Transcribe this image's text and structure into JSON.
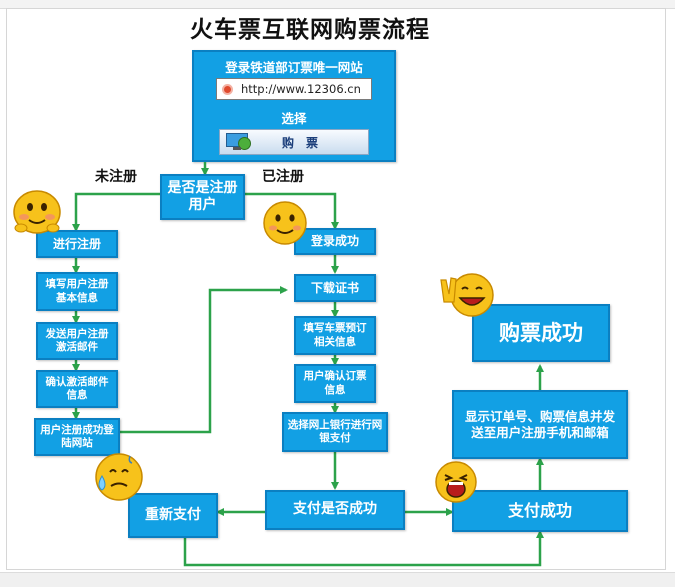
{
  "title": "火车票互联网购票流程",
  "header": {
    "login_text": "登录铁道部订票唯一网站",
    "url": "http://www.12306.cn",
    "select_text": "选择",
    "buy_button": "购　票"
  },
  "labels": {
    "not_registered": "未注册",
    "registered": "已注册"
  },
  "nodes": {
    "decision": "是否是注册用户",
    "register": "进行注册",
    "fill_basic": "填写用户注册基本信息",
    "send_email": "发送用户注册激活邮件",
    "confirm_email": "确认激活邮件信息",
    "reg_success": "用户注册成功登陆网站",
    "login_success": "登录成功",
    "download_cert": "下载证书",
    "fill_booking": "填写车票预订相关信息",
    "confirm_booking": "用户确认订票信息",
    "online_bank": "选择网上银行进行网银支付",
    "pay_check": "支付是否成功",
    "repay": "重新支付",
    "pay_success": "支付成功",
    "show_order": "显示订单号、购票信息并发送至用户注册手机和邮箱",
    "ticket_success": "购票成功"
  },
  "colors": {
    "box_fill": "#12a0e4",
    "box_border": "#0b7fc1",
    "arrow": "#2ca24a",
    "smiley": "#f7c21b"
  },
  "icons": [
    "smiley-icon",
    "smiley-icon",
    "sweat-smiley-icon",
    "laughing-smiley-icon",
    "victory-smiley-icon",
    "monitor-globe-icon",
    "site-icon"
  ]
}
